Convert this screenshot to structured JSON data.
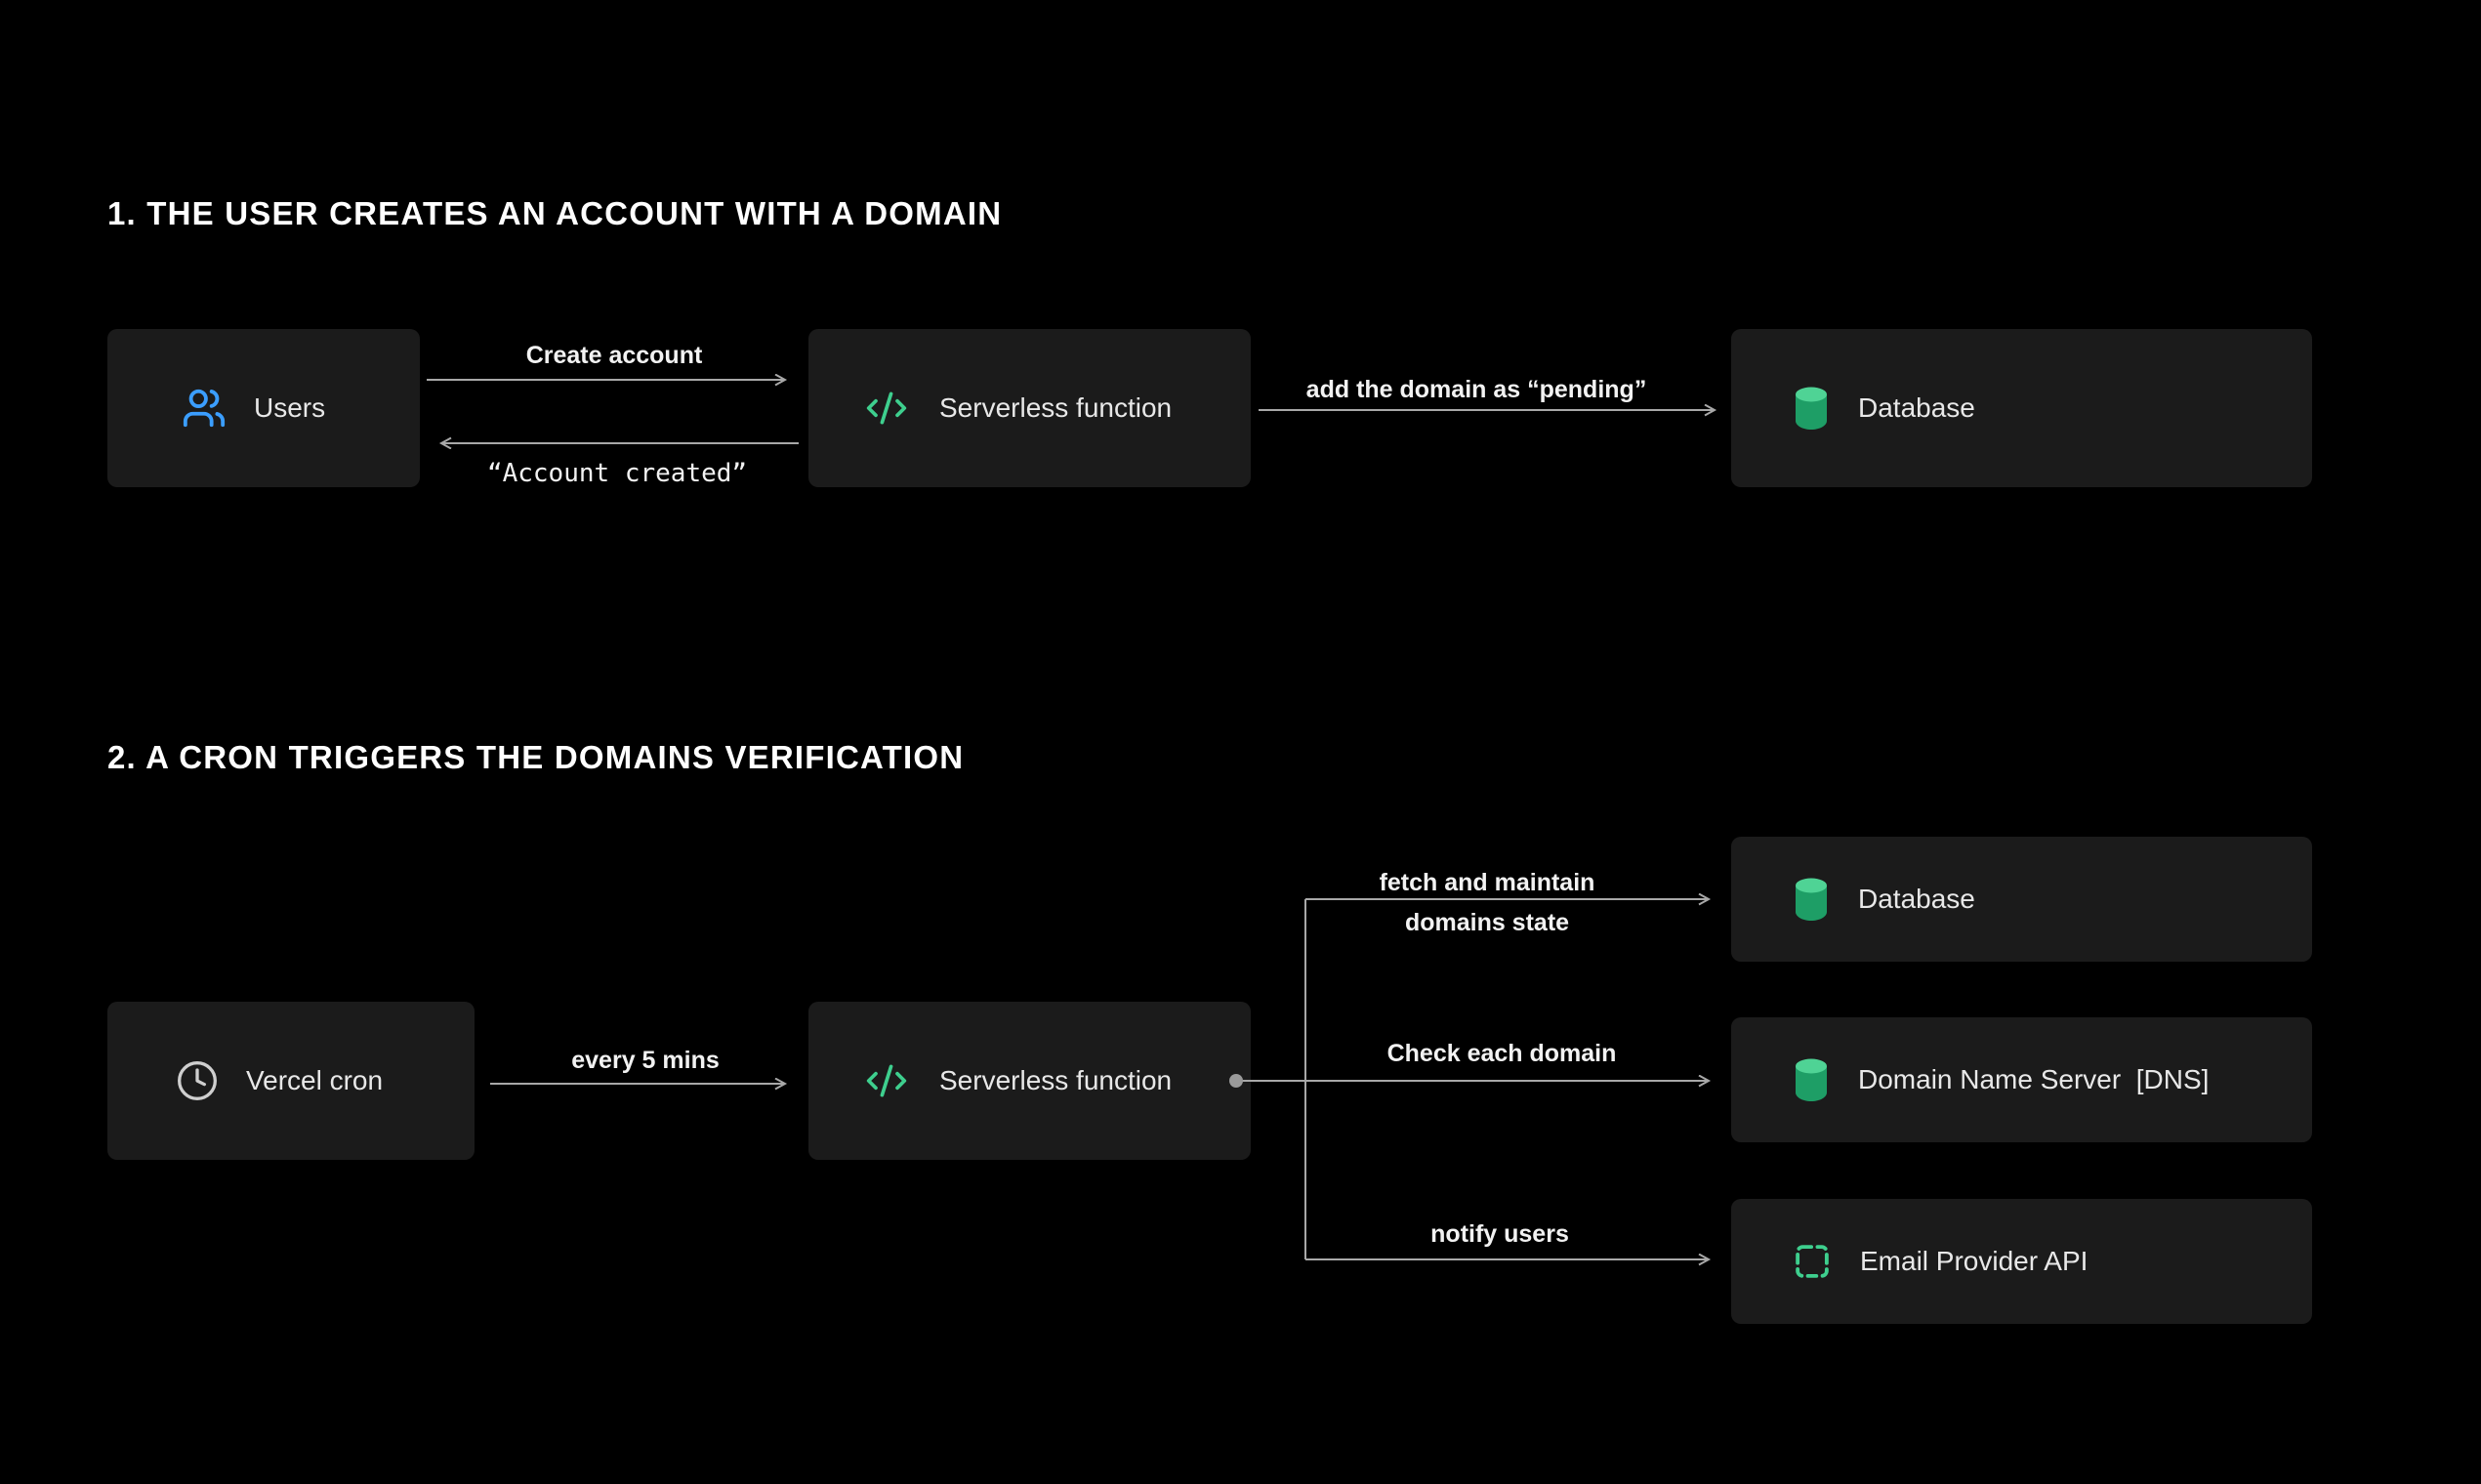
{
  "colors": {
    "background": "#000000",
    "node_background": "#1b1b1b",
    "text": "#e8e8e8",
    "heading_text": "#ffffff",
    "accent_green": "#3ecf8e",
    "database_green_top": "#4fd395",
    "database_green_body": "#1e9e66",
    "accent_blue": "#3b9eff",
    "arrow": "#a8a8a8"
  },
  "icons": {
    "users": "users-icon",
    "serverless": "code-brackets-icon",
    "database": "database-cylinder-icon",
    "cron": "clock-icon",
    "email": "email-provider-icon"
  },
  "sections": {
    "one": {
      "heading": "1. THE USER CREATES AN ACCOUNT WITH A DOMAIN",
      "nodes": {
        "users": "Users",
        "serverless": "Serverless function",
        "database": "Database"
      },
      "edges": {
        "create_account": "Create account",
        "account_created": "“Account created”",
        "add_domain": "add the domain as “pending”"
      }
    },
    "two": {
      "heading": "2. A CRON TRIGGERS THE DOMAINS VERIFICATION",
      "nodes": {
        "cron": "Vercel cron",
        "serverless": "Serverless function",
        "database": "Database",
        "dns": "Domain Name Server  [DNS]",
        "email": "Email Provider API"
      },
      "edges": {
        "every_5_mins": "every 5 mins",
        "fetch_line1": "fetch and maintain",
        "fetch_line2": "domains state",
        "check_domain": "Check each domain",
        "notify_users": "notify users"
      }
    }
  }
}
